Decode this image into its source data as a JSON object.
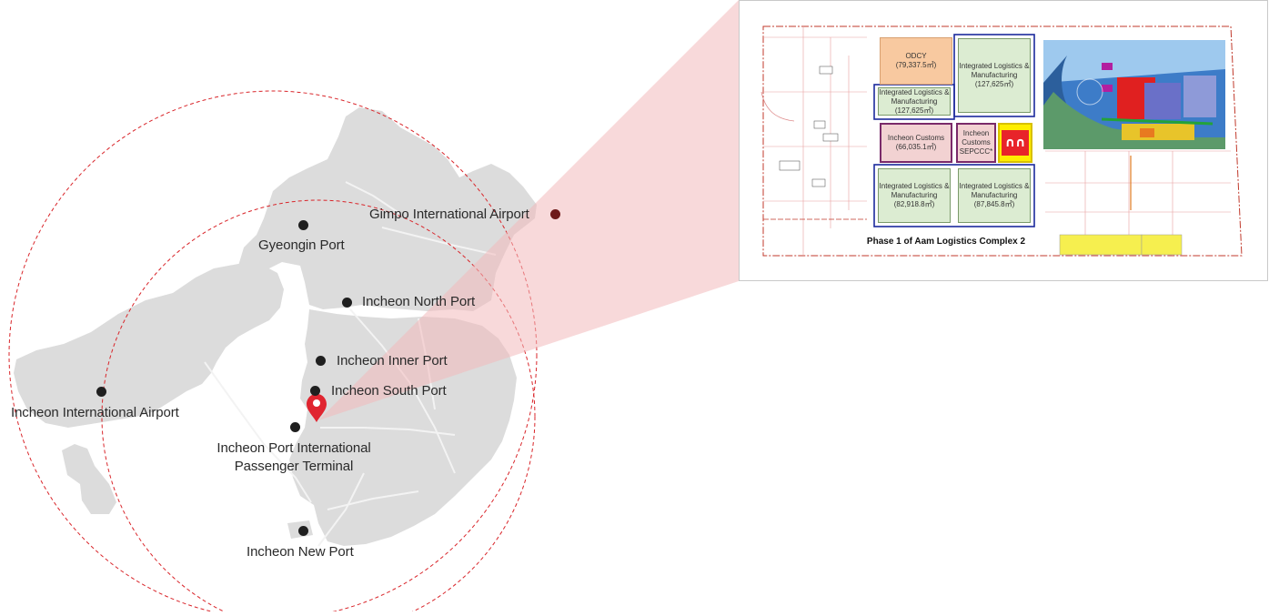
{
  "map": {
    "locations": [
      {
        "id": "gimpo",
        "label": "Gimpo International Airport"
      },
      {
        "id": "gyeongin",
        "label": "Gyeongin Port"
      },
      {
        "id": "north",
        "label": "Incheon North Port"
      },
      {
        "id": "inner",
        "label": "Incheon Inner Port"
      },
      {
        "id": "south",
        "label": "Incheon South Port"
      },
      {
        "id": "airport",
        "label": "Incheon International Airport"
      },
      {
        "id": "terminal",
        "label": "Incheon Port International Passenger Terminal"
      },
      {
        "id": "newport",
        "label": "Incheon New Port"
      }
    ],
    "marker": "location-pin-icon",
    "colors": {
      "land": "#dcdcdc",
      "road": "#f2f2f2",
      "circle": "#d9252a",
      "marker": "#e02530",
      "callout": "#f3b9bb"
    }
  },
  "inset": {
    "caption": "Phase 1 of Aam Logistics Complex 2",
    "zones": {
      "odcy": {
        "name": "ODCY",
        "area": "(79,337.5㎡)"
      },
      "ilm_tall": {
        "name": "Integrated Logistics & Manufacturing",
        "area": "(127,625㎡)"
      },
      "ilm_small": {
        "name": "Integrated Logistics & Manufacturing",
        "area": "(127,625㎡)"
      },
      "customs": {
        "name": "Incheon Customs",
        "area": "(66,035.1㎡)"
      },
      "sepccc": {
        "name": "Incheon Customs SEPCCC*"
      },
      "ilm_left": {
        "name": "Integrated Logistics & Manufacturing",
        "area": "(82,918.8㎡)"
      },
      "ilm_right": {
        "name": "Integrated Logistics & Manufacturing",
        "area": "(87,845.8㎡)"
      }
    },
    "logo": "company-logo",
    "colors": {
      "odcy": "#f8c9a0",
      "green": "#dcecd2",
      "pink": "#f2d2d2",
      "blue_outline": "#1c2a9c",
      "logo_bg": "#ffee00",
      "logo_red": "#e8242a"
    }
  }
}
